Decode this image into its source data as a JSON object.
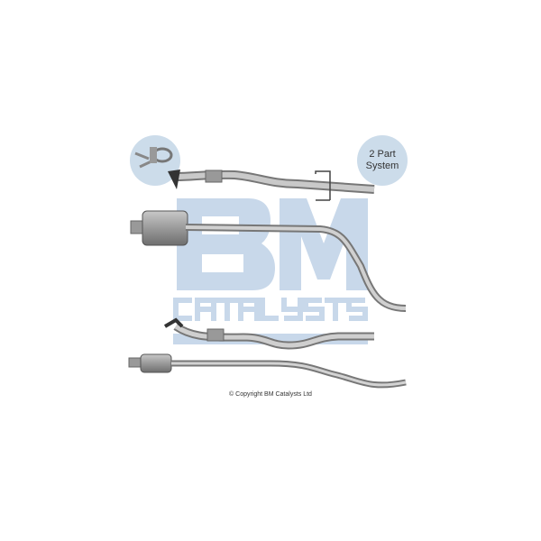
{
  "watermark": {
    "logo": "BM",
    "subtitle": "CATALYSTS",
    "color": "#c8d8ea"
  },
  "badge": {
    "line1": "2 Part",
    "line2": "System"
  },
  "copyright": "© Copyright BM Catalysts Ltd",
  "icons": [
    "clamp-kit-icon"
  ]
}
